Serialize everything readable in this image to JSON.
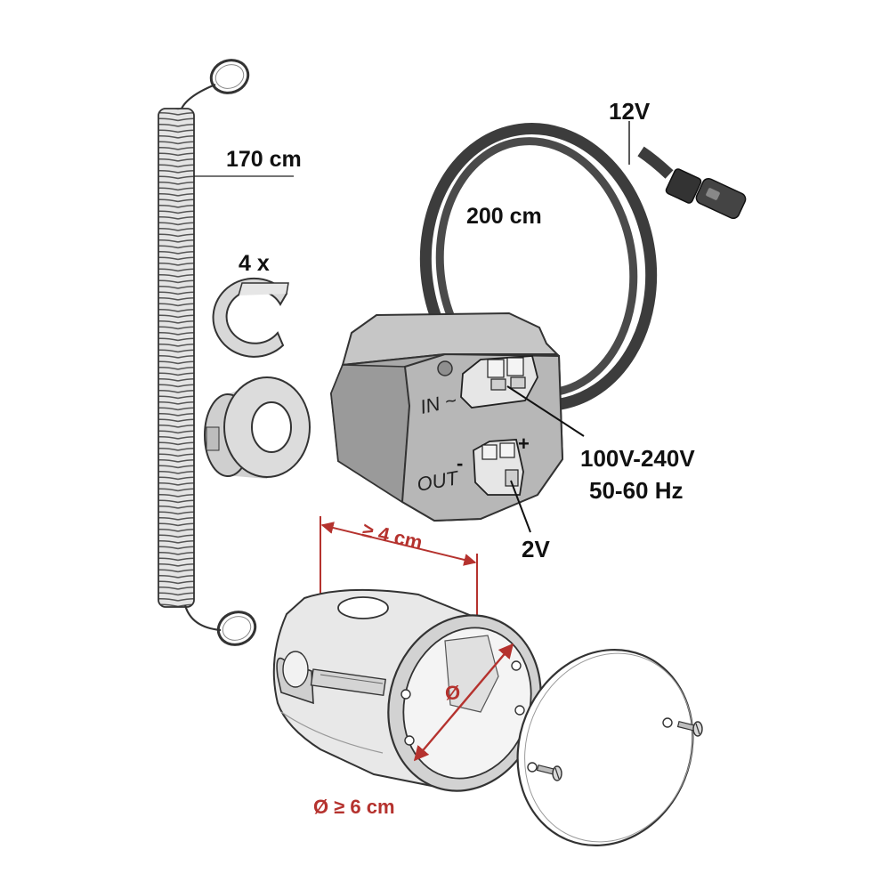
{
  "labels": {
    "spring_length": "170 cm",
    "clip_count": "4 x",
    "cable_voltage": "12V",
    "cable_length": "200 cm",
    "input_voltage": "100V-240V",
    "input_frequency": "50-60 Hz",
    "output_voltage": "2V",
    "terminal_in": "IN ~",
    "terminal_out": "OUT",
    "terminal_minus": "-",
    "terminal_plus": "+",
    "box_depth": "≥ 4 cm",
    "box_diameter_symbol": "Ø",
    "box_diameter": "Ø ≥ 6 cm"
  },
  "colors": {
    "outline": "#222222",
    "part_fill": "#d6d6d6",
    "module_fill": "#a9a9a9",
    "cable": "#3c3c3c",
    "dimension_red": "#b5322e"
  }
}
